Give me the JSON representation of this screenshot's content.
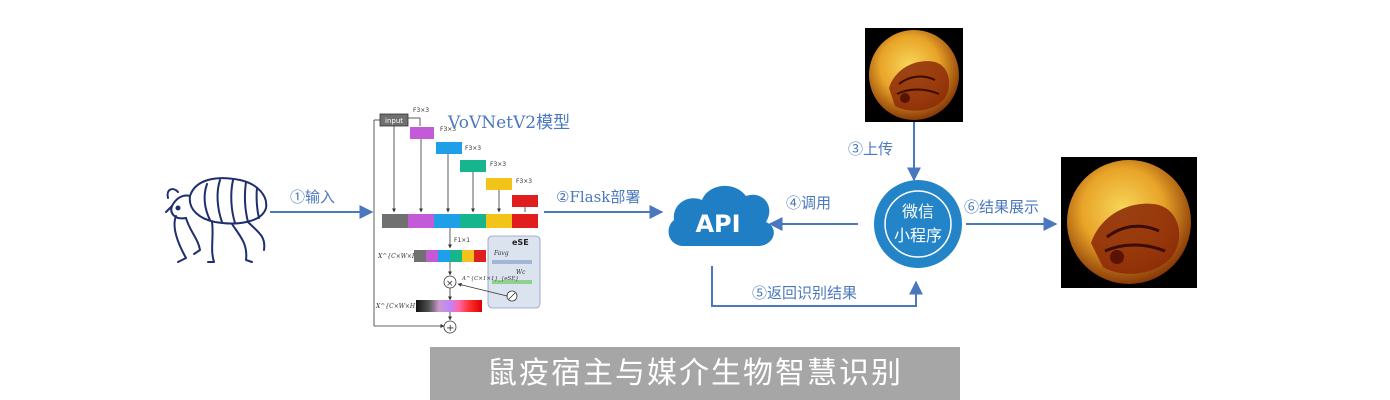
{
  "labels": {
    "input_step": "①输入",
    "flask_step": "②Flask部署",
    "upload_step": "③上传",
    "call_step": "④调用",
    "return_step": "⑤返回识别结果",
    "display_step": "⑥结果展示"
  },
  "model": {
    "title": "VoVNetV2模型",
    "input_label": "input",
    "f3_label": "F3×3",
    "f1_label": "F1×1",
    "ese_label": "eSE",
    "favg_label": "Favg",
    "wc_label": "Wc",
    "xdiv_label": "X^{C×W×H}_{div}",
    "aese_label": "A^{C×1×1}_{eSE}",
    "xrefine_label": "X^{C×W×H}_{refine}",
    "multiply_symbol": "×",
    "plus_symbol": "+"
  },
  "api": {
    "label": "API"
  },
  "wechat": {
    "line1": "微信",
    "line2": "小程序"
  },
  "caption": "鼠疫宿主与媒介生物智慧识别",
  "colors": {
    "accent_blue": "#4a78be",
    "cloud_blue": "#1f7ec4",
    "wechat_blue": "#2384c7",
    "caption_gray": "#a6a6a6"
  }
}
